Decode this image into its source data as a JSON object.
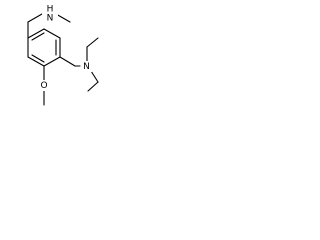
{
  "molecule": {
    "atoms": {
      "amine_top": "N",
      "amine_top_h": "H",
      "amine_right": "N",
      "methoxy_o": "O"
    },
    "colors": {
      "bond": "#000000",
      "text": "#000000",
      "background": "#ffffff"
    }
  }
}
